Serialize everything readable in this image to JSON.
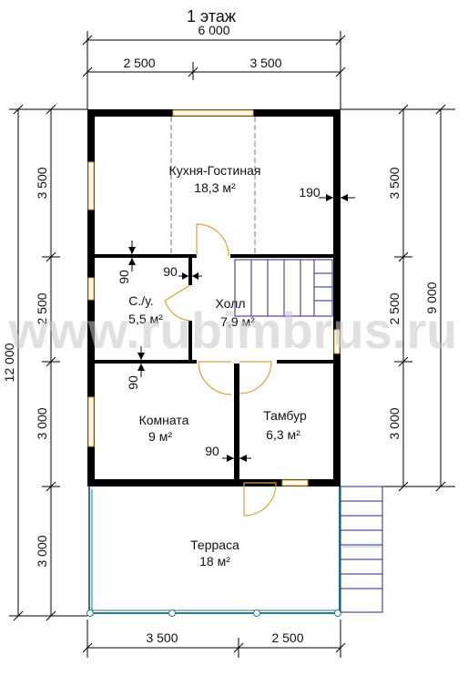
{
  "title": "1 этаж",
  "watermark": "www.rubimbrus.ru",
  "dimensions": {
    "top_total": "6 000",
    "top_left": "2 500",
    "top_right": "3 500",
    "bottom_left": "3 500",
    "bottom_right": "2 500",
    "left_total": "12 000",
    "left_1": "3 500",
    "left_2": "2 500",
    "left_3": "3 000",
    "left_4": "3 000",
    "right_total": "9 000",
    "right_1": "3 500",
    "right_2": "2 500",
    "right_3": "3 000"
  },
  "wall_marks": {
    "w190": "190",
    "w90_a": "90",
    "w90_b": "90",
    "w90_c": "90",
    "w90_d": "90"
  },
  "rooms": {
    "kitchen": {
      "name": "Кухня-Гостиная",
      "area": "18,3 м²"
    },
    "bathroom": {
      "name": "С./у.",
      "area": "5,5 м²"
    },
    "hall": {
      "name": "Холл",
      "area": "7,9 м²"
    },
    "room": {
      "name": "Комната",
      "area": "9 м²"
    },
    "vestibule": {
      "name": "Тамбур",
      "area": "6,3 м²"
    },
    "terrace": {
      "name": "Терраса",
      "area": "18 м²"
    }
  }
}
